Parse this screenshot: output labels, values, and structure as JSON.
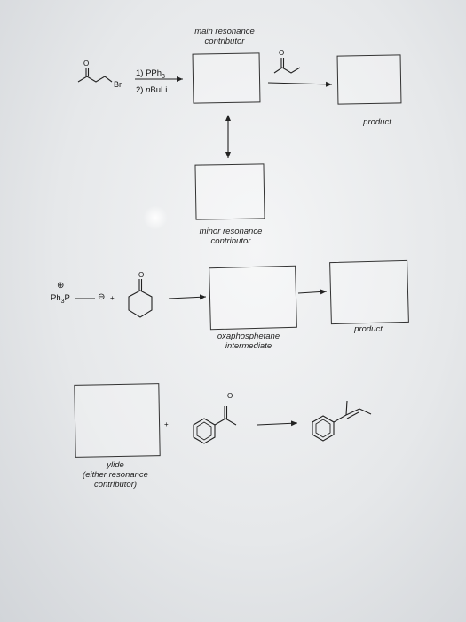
{
  "labels": {
    "main_resonance_line1": "main resonance",
    "main_resonance_line2": "contributor",
    "product_top": "product",
    "minor_resonance_line1": "minor resonance",
    "minor_resonance_line2": "contributor",
    "oxaphosphetane_line1": "oxaphosphetane",
    "oxaphosphetane_line2": "intermediate",
    "product_mid": "product",
    "ylide_line1": "ylide",
    "ylide_line2": "(either resonance",
    "ylide_line3": "contributor)"
  },
  "reagents": {
    "step1": "1) PPh",
    "step1_sub": "3",
    "step2_prefix": "2) ",
    "step2_n": "n",
    "step2_rest": "BuLi"
  },
  "atoms": {
    "bromine": "Br",
    "oxygen": "O",
    "ph3p_main": "Ph",
    "ph3p_sub": "3",
    "ph3p_p": "P",
    "plus_charge": "⊕",
    "minus_charge": "⊖",
    "plus_sign": "+"
  }
}
